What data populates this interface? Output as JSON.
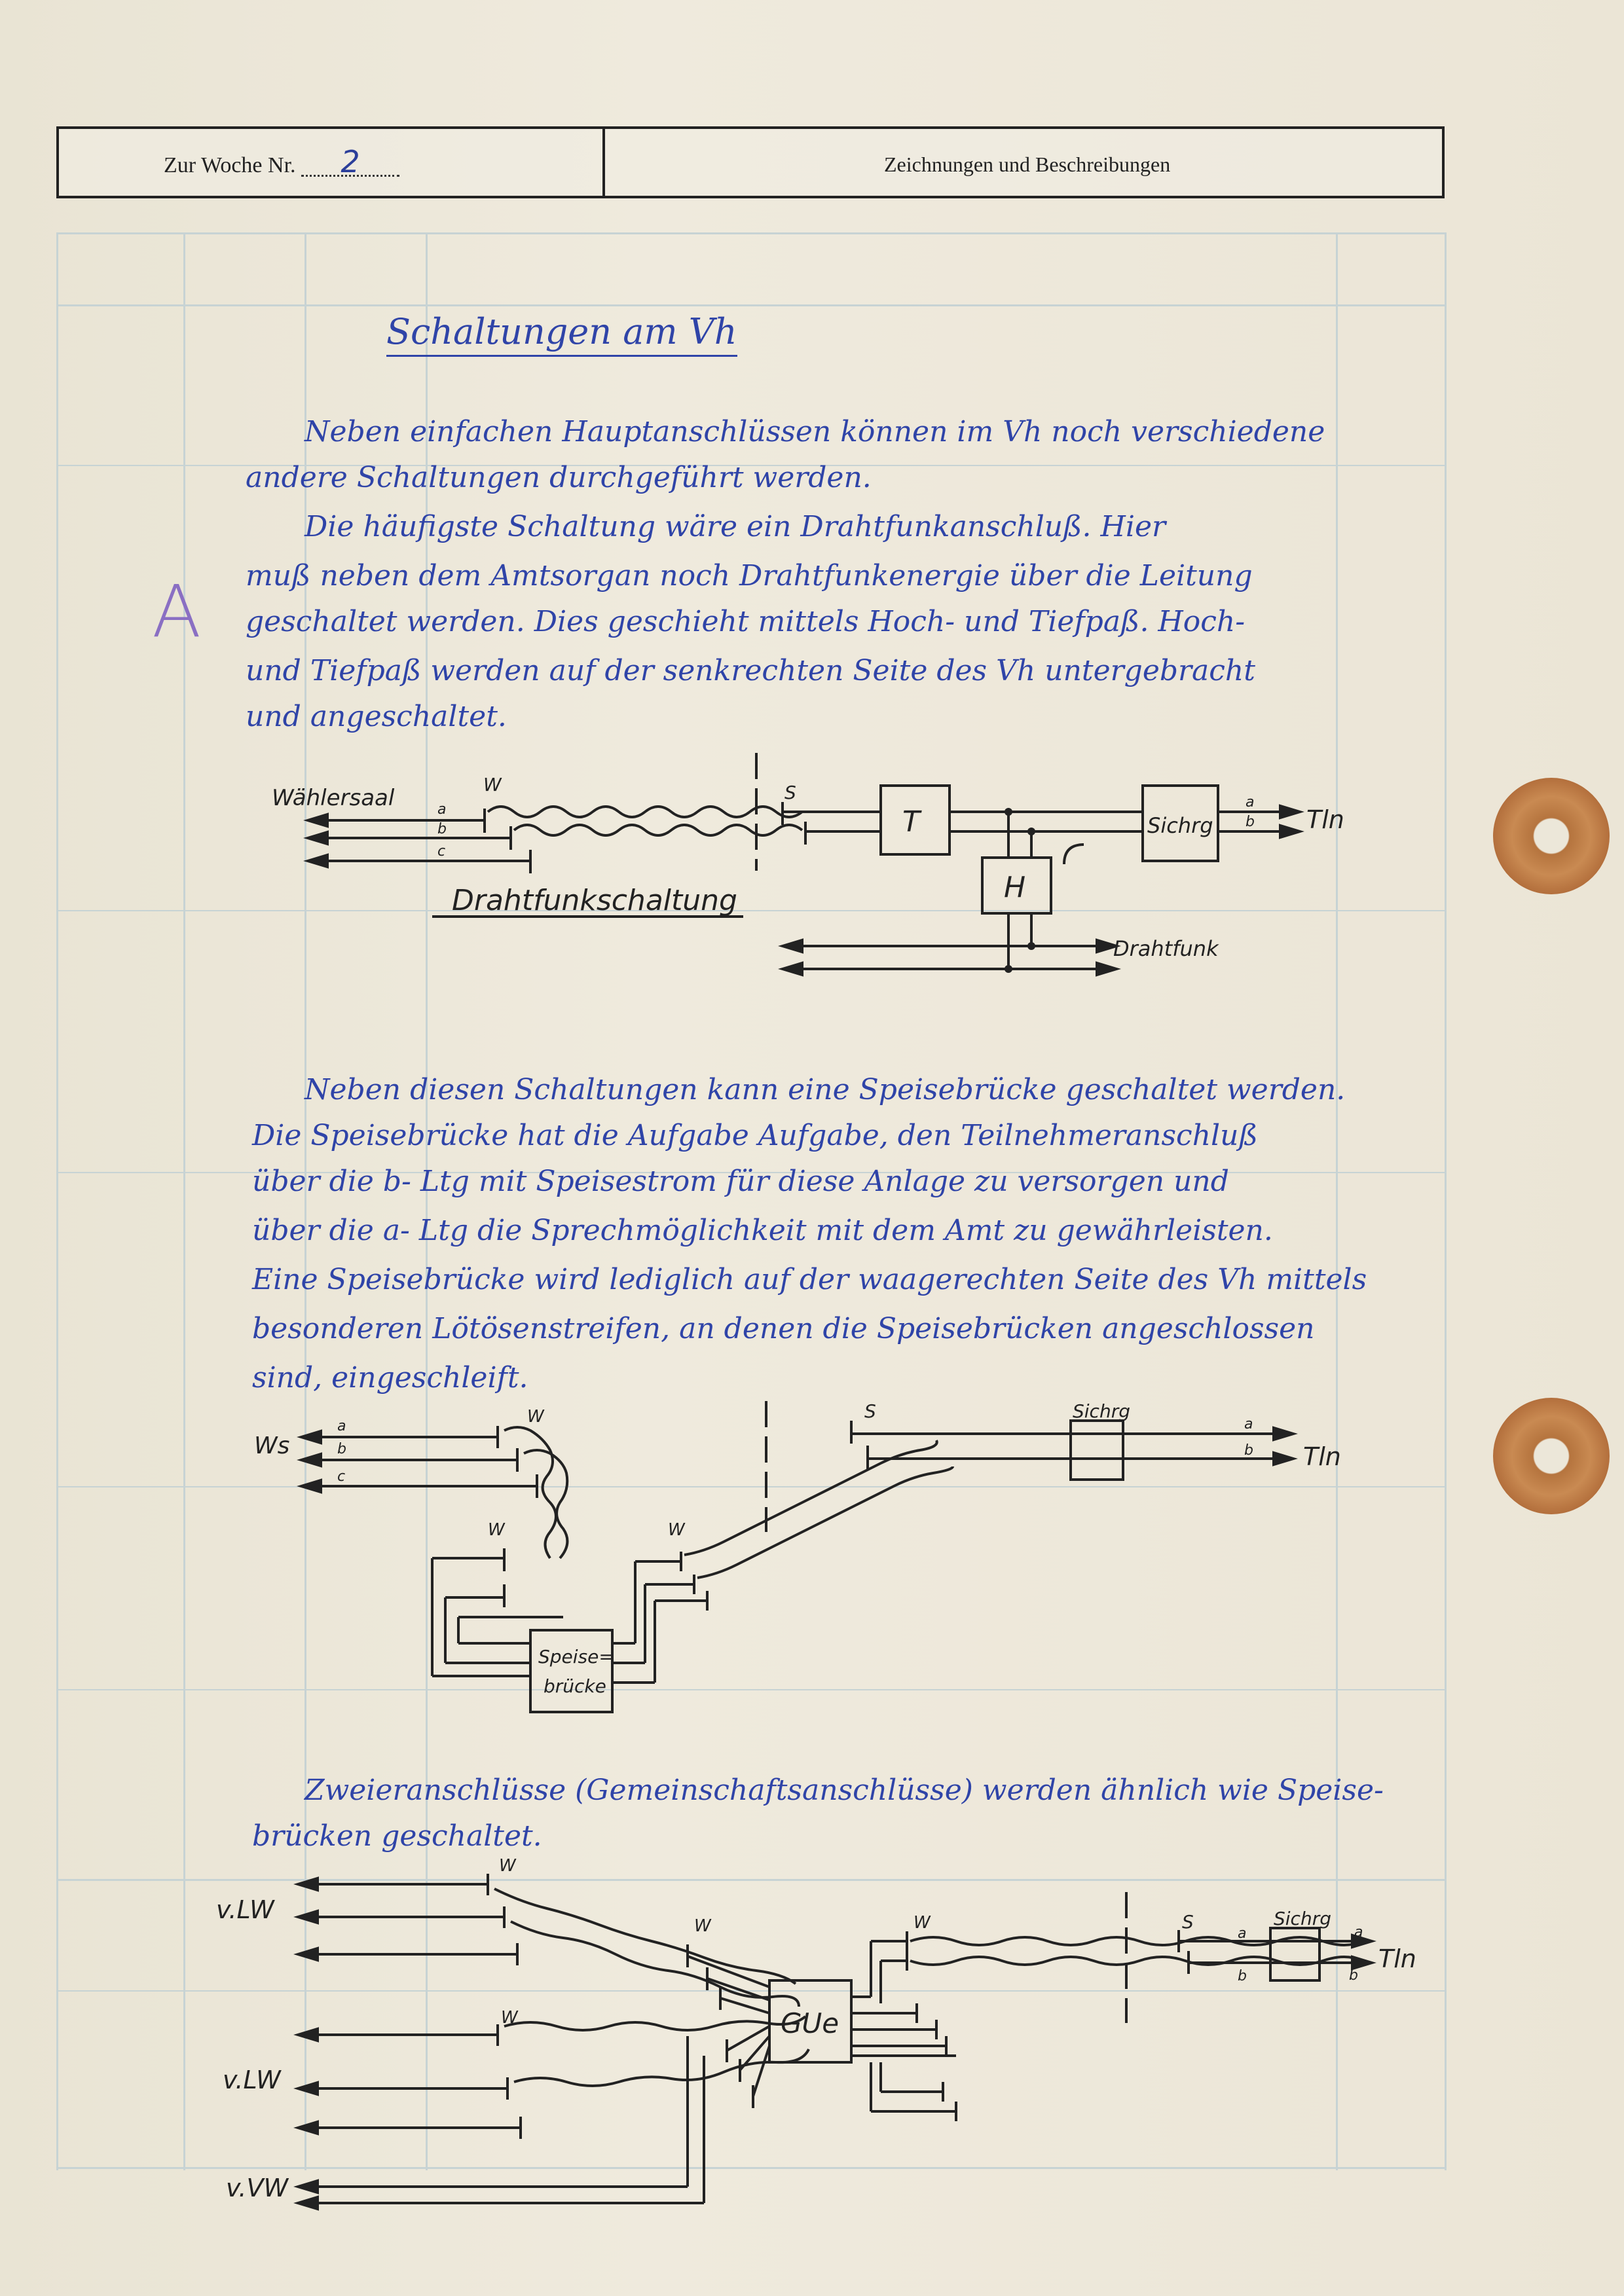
{
  "header": {
    "week_label": "Zur Woche Nr.",
    "week_number": "2",
    "section_title": "Zeichnungen und Beschreibungen"
  },
  "title": "Schaltungen am Vh",
  "grade": "A",
  "paragraphs": {
    "p1": [
      "Neben einfachen Hauptanschlüssen können im Vh noch verschiedene",
      "andere Schaltungen durchgeführt werden.",
      "Die häufigste Schaltung wäre ein Drahtfunkanschluß. Hier",
      "muß neben dem Amtsorgan noch Drahtfunkenergie über die Leitung",
      "geschaltet werden. Dies geschieht mittels Hoch- und Tiefpaß. Hoch-",
      "und Tiefpaß werden auf der senkrechten Seite des Vh untergebracht",
      "und angeschaltet."
    ],
    "p2": [
      "Neben diesen Schaltungen kann eine Speisebrücke geschaltet werden.",
      "Die Speisebrücke hat die Aufgabe Aufgabe, den Teilnehmeranschluß",
      "über die b- Ltg mit Speisestrom für diese Anlage zu versorgen und",
      "über die a- Ltg die Sprechmöglichkeit mit dem Amt zu gewährleisten.",
      "Eine Speisebrücke wird lediglich auf der waagerechten Seite des Vh mittels",
      "besonderen Lötösenstreifen, an denen die Speisebrücken angeschlossen",
      "sind, eingeschleift."
    ],
    "p3": [
      "Zweieranschlüsse (Gemeinschaftsanschlüsse) werden ähnlich wie Speise-",
      "brücken geschaltet."
    ]
  },
  "diagram1": {
    "label_waehlersaal": "Wählersaal",
    "wire_a": "a",
    "wire_b": "b",
    "wire_c": "c",
    "label_w": "W",
    "label_s": "S",
    "box_t": "T",
    "box_h": "H",
    "box_sicherung": "Sichrg",
    "label_tln": "Tln",
    "caption": "Drahtfunkschaltung",
    "label_drahtfunk": "Drahtfunk"
  },
  "diagram2": {
    "label_ws": "Ws",
    "wire_a": "a",
    "wire_b": "b",
    "wire_c": "c",
    "label_w": "W",
    "label_s": "S",
    "box_sicherung": "Sichrg",
    "label_tln": "Tln",
    "box_speise_1": "Speise=",
    "box_speise_2": "brücke"
  },
  "diagram3": {
    "label_vlw_1": "v.LW",
    "label_vlw_2": "v.LW",
    "label_vvw": "v.VW",
    "label_w": "W",
    "label_s": "S",
    "box_gue": "GUe",
    "box_sicherung": "Sichrg",
    "wire_a": "a",
    "wire_b": "b",
    "label_tln": "Tln"
  }
}
